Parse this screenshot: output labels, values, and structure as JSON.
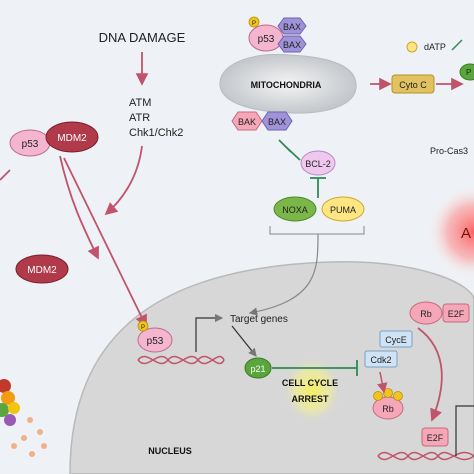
{
  "diagram": {
    "dna_damage": "DNA DAMAGE",
    "kinases": [
      "ATM",
      "ATR",
      "Chk1/Chk2"
    ],
    "p53": "p53",
    "mdm2": "MDM2",
    "bax": "BAX",
    "bak": "BAK",
    "p_label": "P",
    "mitochondria": "MITOCHONDRIA",
    "cyto_c": "Cyto C",
    "datp": "dATP",
    "pro_cas3": "Pro-Cas3",
    "bcl2": "BCL-2",
    "noxa": "NOXA",
    "puma": "PUMA",
    "apoptosis_partial": "A",
    "target_genes": "Target genes",
    "p21": "p21",
    "cyce": "CycE",
    "cdk2": "Cdk2",
    "arrest_line1": "CELL CYCLE",
    "arrest_line2": "ARREST",
    "rb": "Rb",
    "e2f": "E2F",
    "nucleus": "NUCLEUS"
  },
  "colors": {
    "arrow": "#c0546a",
    "inhibit": "#2e8b57",
    "p53_fill": "#f4b6cf",
    "mdm2_fill": "#b03a4a",
    "bax_fill": "#9f92d8",
    "bak_fill": "#f5a7b8",
    "p_fill": "#f2c320",
    "green_node": "#5aa63c",
    "noxa_fill": "#7ab648",
    "puma_fill": "#ffe680",
    "bcl2_fill": "#efc8ef",
    "cyto_fill": "#e2c260",
    "nucleus_fill": "#d7d7d7",
    "cytoplasm_fill": "#eef1f5",
    "cyce_fill": "#cfe3f5",
    "apoptosis_glow": "#ff6b6b",
    "arrest_glow": "#f2ec5a"
  }
}
